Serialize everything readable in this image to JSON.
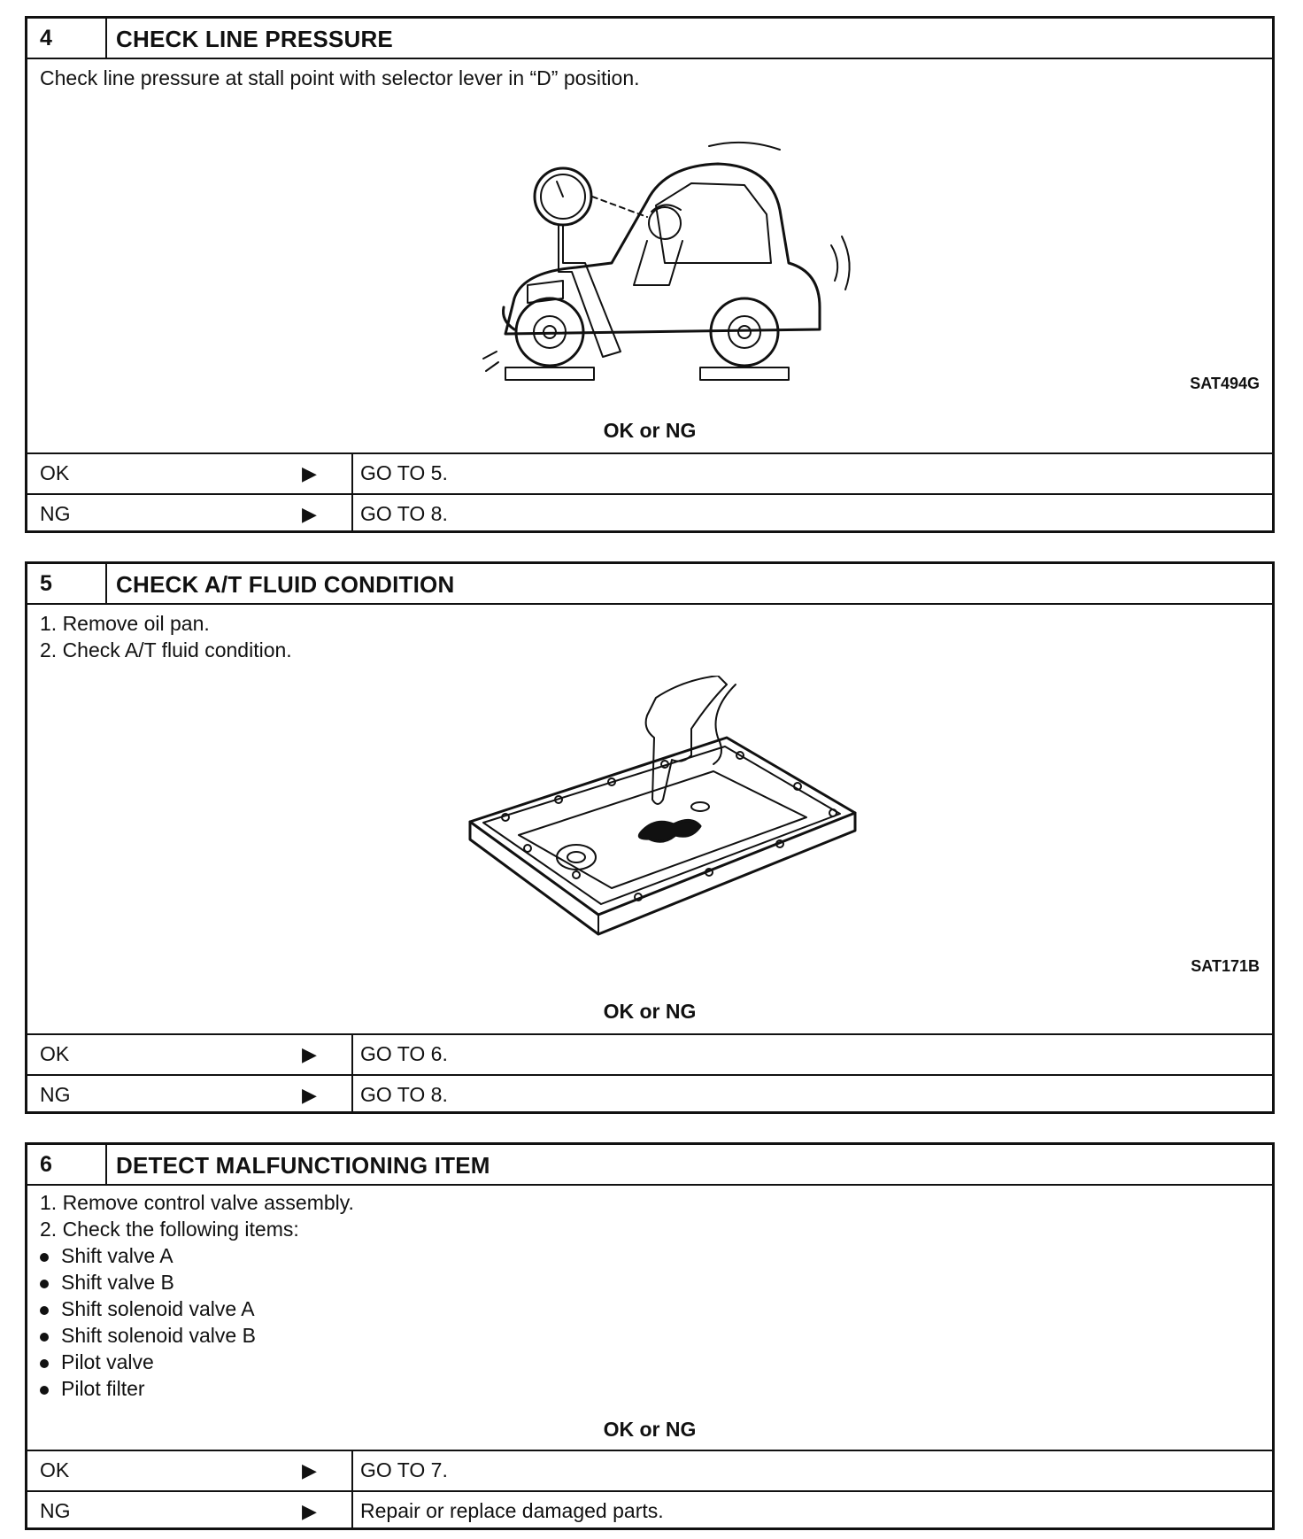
{
  "steps": [
    {
      "number": "4",
      "title": "CHECK LINE PRESSURE",
      "lines": [
        "Check line pressure at stall point with selector lever in “D” position."
      ],
      "figure_code": "SAT494G",
      "result_label": "OK or NG",
      "rows": [
        {
          "result": "OK",
          "action": "GO TO 5."
        },
        {
          "result": "NG",
          "action": "GO TO 8."
        }
      ]
    },
    {
      "number": "5",
      "title": "CHECK A/T FLUID CONDITION",
      "lines": [
        "1.  Remove oil pan.",
        "2.  Check A/T fluid condition."
      ],
      "figure_code": "SAT171B",
      "result_label": "OK or NG",
      "rows": [
        {
          "result": "OK",
          "action": "GO TO 6."
        },
        {
          "result": "NG",
          "action": "GO TO 8."
        }
      ]
    },
    {
      "number": "6",
      "title": "DETECT MALFUNCTIONING ITEM",
      "lines": [
        "1.  Remove control valve assembly.",
        "2.  Check the following items:"
      ],
      "bullets": [
        "Shift valve A",
        "Shift valve B",
        "Shift solenoid valve A",
        "Shift solenoid valve B",
        "Pilot valve",
        "Pilot filter"
      ],
      "result_label": "OK or NG",
      "rows": [
        {
          "result": "OK",
          "action": "GO TO 7."
        },
        {
          "result": "NG",
          "action": "Repair or replace damaged parts."
        }
      ]
    }
  ],
  "arrow_glyph": "▶"
}
